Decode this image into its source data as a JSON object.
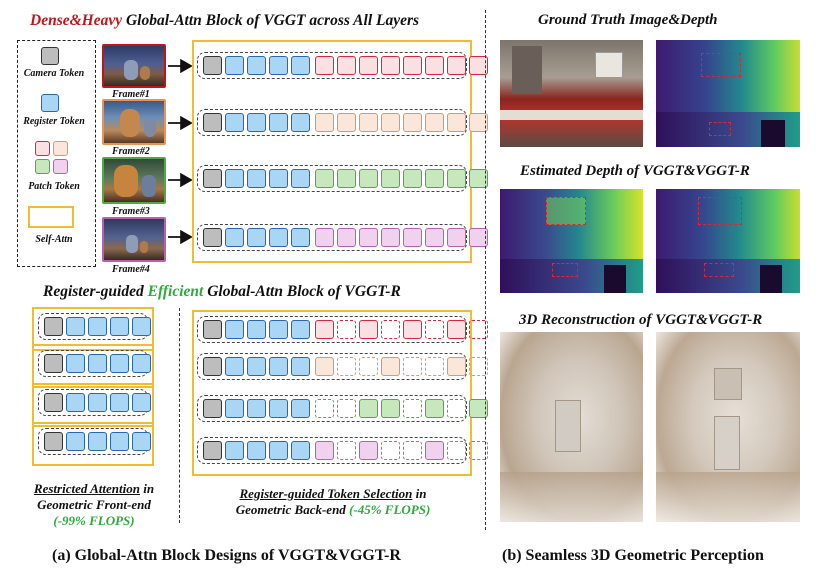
{
  "left_panel": {
    "top_title": {
      "highlight": "Dense&Heavy",
      "rest": " Global-Attn Block of VGGT across All Layers"
    },
    "legend": {
      "camera": "Camera Token",
      "register": "Register Token",
      "patch": "Patch Token",
      "selfattn": "Self-Attn"
    },
    "frames": [
      "Frame#1",
      "Frame#2",
      "Frame#3",
      "Frame#4"
    ],
    "mid_title": {
      "prefix": "Register-guided ",
      "highlight": "Efficient",
      "rest": " Global-Attn Block of VGGT-R"
    },
    "front_caption": {
      "line1": "Restricted Attention",
      "line1_tail": " in",
      "line2": "Geometric Front-end",
      "line3": "(-99% FLOPS)"
    },
    "back_caption": {
      "line1": "Register-guided Token Selection",
      "line1_tail": " in",
      "line2": "Geometric Back-end ",
      "line2_flops": "(-45% FLOPS)"
    },
    "caption": "(a) Global-Attn Block Designs of VGGT&VGGT-R"
  },
  "right_panel": {
    "gt_title": "Ground Truth Image&Depth",
    "est_title": "Estimated Depth of VGGT&VGGT-R",
    "recon_title": "3D Reconstruction of VGGT&VGGT-R",
    "caption": "(b) Seamless 3D Geometric Perception"
  },
  "colors": {
    "accent_red": "#c0151b",
    "accent_green": "#2faa3c",
    "attn_orange": "#f2bc2f",
    "camera_fill": "#bdbdbd",
    "register_fill": "#a9d6f5",
    "register_border": "#2a67b0",
    "patch_red": "#d9263b",
    "patch_orange": "#e89457",
    "patch_green": "#4faa46",
    "patch_purple": "#bb5fb4"
  },
  "icons": [
    "right-arrow-icon"
  ]
}
